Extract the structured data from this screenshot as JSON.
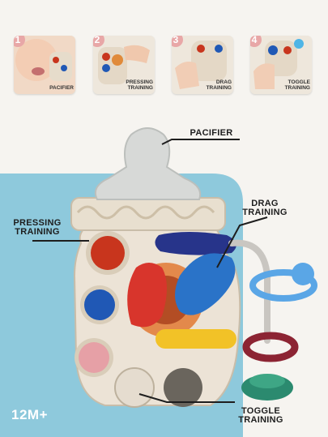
{
  "steps": [
    {
      "number": "1",
      "caption": "PACIFIER",
      "icon": "baby-face-icon"
    },
    {
      "number": "2",
      "caption": "PRESSING TRAINING",
      "icon": "hand-press-icon"
    },
    {
      "number": "3",
      "caption": "DRAG TRAINING",
      "icon": "hand-drag-icon"
    },
    {
      "number": "4",
      "caption": "TOGGLE TRAINING",
      "icon": "hand-toggle-icon"
    }
  ],
  "callouts": {
    "pacifier": "PACIFIER",
    "pressing": "PRESSING TRAINING",
    "drag": "DRAG TRAINING",
    "toggle": "TOGGLE TRAINING"
  },
  "age_badge": "12M+",
  "colors": {
    "panel_blue": "#8ec9dc",
    "bottle_body": "#ece3d6",
    "nipple": "#d7d9d7",
    "red_button": "#c8351d",
    "blue_button": "#2058b5",
    "pink_button": "#e6a0a6"
  }
}
